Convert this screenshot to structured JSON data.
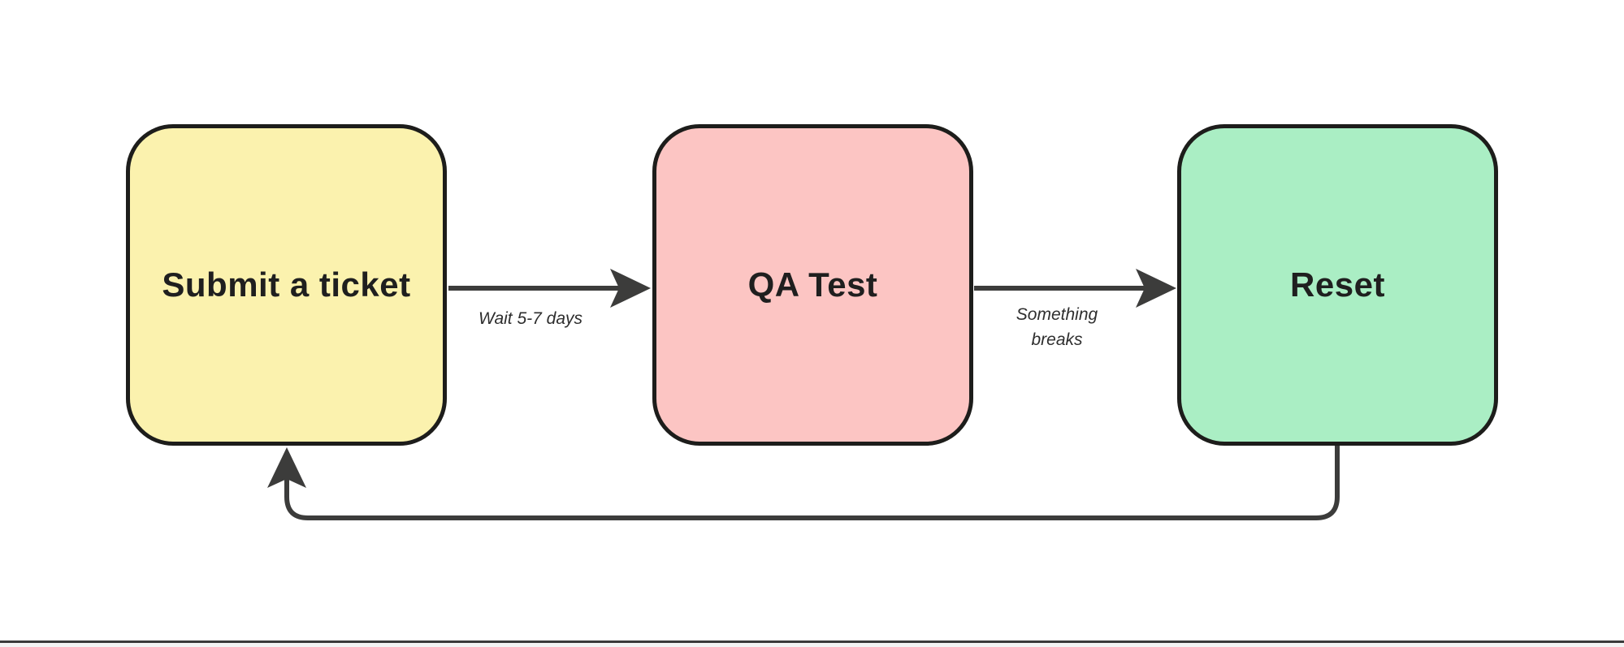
{
  "diagram": {
    "type": "flowchart",
    "direction": "left-to-right",
    "nodes": [
      {
        "id": "submit",
        "label": "Submit a ticket",
        "fill": "#FBF2AE"
      },
      {
        "id": "qa",
        "label": "QA Test",
        "fill": "#FCC5C3"
      },
      {
        "id": "reset",
        "label": "Reset",
        "fill": "#AAEEC4"
      }
    ],
    "edges": [
      {
        "from": "submit",
        "to": "qa",
        "label": "Wait 5-7 days"
      },
      {
        "from": "qa",
        "to": "reset",
        "label": "Something breaks"
      },
      {
        "from": "reset",
        "to": "submit",
        "label": ""
      }
    ],
    "colors": {
      "canvas_background": "#FFFFFF",
      "node_border": "#1D1D1B",
      "node_text": "#1F1F1F",
      "connector": "#3C3C3B",
      "edge_label_text": "#2E2E2E",
      "bottom_bar_line": "#3A3A3A",
      "bottom_bar_fill": "#F4F4F4"
    }
  }
}
